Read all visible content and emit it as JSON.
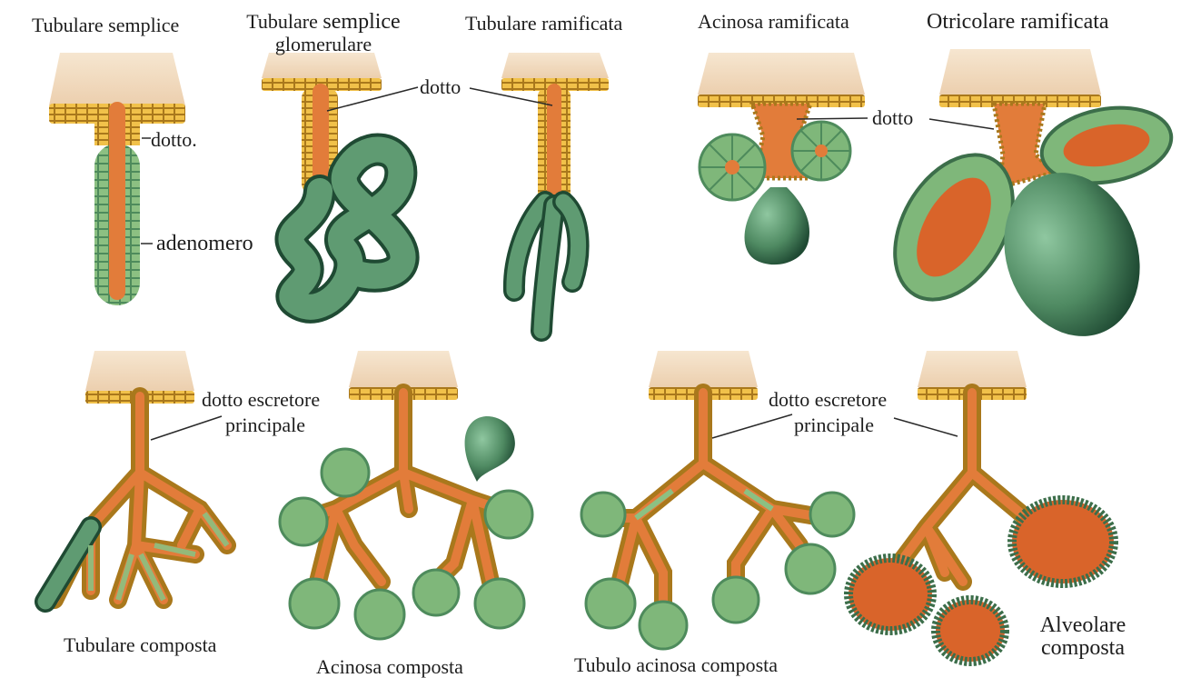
{
  "diagram": {
    "colors": {
      "surface": "#f3dfc6",
      "duct": "#e27c3a",
      "duct_cell": "#f1c14a",
      "secretory": "#7fb77a",
      "secretory_dark": "#4e8b5c",
      "tube": "#4f8a62",
      "line": "#2a2a2a"
    },
    "glands": [
      {
        "id": "tubular-simple",
        "title": "Tubulare semplice",
        "callouts": [
          "dotto.",
          "adenomero"
        ]
      },
      {
        "id": "tubular-simple-glomerular",
        "title_line1_regular": "Tubulare",
        "title_line1_bold": "semplice",
        "title_line2": "glomerulare",
        "callouts": [
          "dotto"
        ]
      },
      {
        "id": "tubular-branched",
        "title": "Tubulare ramificata",
        "callouts": []
      },
      {
        "id": "acinar-branched",
        "title": "Acinosa ramificata",
        "callouts": [
          "dotto"
        ]
      },
      {
        "id": "saccular-branched",
        "title": "Otricolare ramificata",
        "callouts": []
      },
      {
        "id": "tubular-compound",
        "title": "Tubulare composta",
        "callouts": [
          "dotto escretore",
          "principale"
        ]
      },
      {
        "id": "acinar-compound",
        "title": "Acinosa composta",
        "callouts": []
      },
      {
        "id": "tubuloacinar-compound",
        "title": "Tubulo acinosa composta",
        "callouts": [
          "dotto escretore",
          "principale"
        ]
      },
      {
        "id": "alveolar-compound",
        "title_line1": "Alveolare",
        "title_line2": "composta",
        "callouts": []
      }
    ]
  }
}
